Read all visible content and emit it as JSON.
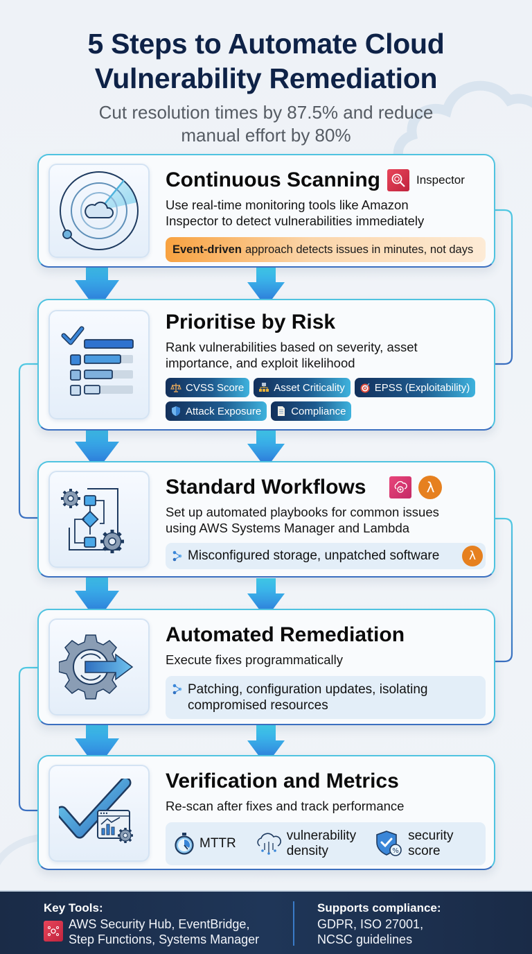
{
  "header": {
    "title_line1": "5 Steps to Automate Cloud",
    "title_line2": "Vulnerability Remediation",
    "subtitle_line1": "Cut resolution times by 87.5% and reduce",
    "subtitle_line2": "manual effort by 80%"
  },
  "steps": [
    {
      "title": "Continuous Scanning",
      "badge_label": "Inspector",
      "icon": "radar-cloud-icon",
      "desc_line1": "Use real-time monitoring tools like Amazon",
      "desc_line2": "Inspector to detect vulnerabilities immediately",
      "highlight_bold": "Event-driven",
      "highlight_text": "approach detects issues in minutes, not days"
    },
    {
      "title": "Prioritise by Risk",
      "icon": "ranked-checklist-icon",
      "desc_line1": "Rank vulnerabilities based on severity, asset",
      "desc_line2": "importance, and exploit likelihood",
      "tags": [
        {
          "label": "CVSS Score",
          "icon": "scales-icon"
        },
        {
          "label": "Asset Criticality",
          "icon": "hierarchy-icon"
        },
        {
          "label": "EPSS (Exploitability)",
          "icon": "target-icon"
        },
        {
          "label": "Attack Exposure",
          "icon": "shield-icon"
        },
        {
          "label": "Compliance",
          "icon": "document-icon"
        }
      ]
    },
    {
      "title": "Standard Workflows",
      "icon": "workflow-gears-icon",
      "badges": [
        "systems-manager-icon",
        "lambda-icon"
      ],
      "lambda_glyph": "λ",
      "desc_line1": "Set up automated playbooks for common issues",
      "desc_line2": "using AWS Systems Manager and Lambda",
      "pill_text": "Misconfigured storage, unpatched software"
    },
    {
      "title": "Automated Remediation",
      "icon": "gear-arrow-icon",
      "desc_line1": "Execute fixes programmatically",
      "pill_line1": "Patching, configuration updates, isolating",
      "pill_line2": "compromised resources"
    },
    {
      "title": "Verification and Metrics",
      "icon": "check-dashboard-icon",
      "desc_line1": "Re-scan after fixes and track performance",
      "metrics": [
        {
          "label_line1": "MTTR",
          "label_line2": "",
          "icon": "stopwatch-icon"
        },
        {
          "label_line1": "vulnerability",
          "label_line2": "density",
          "icon": "cloud-network-icon"
        },
        {
          "label_line1": "security",
          "label_line2": "score",
          "icon": "shield-percent-icon"
        }
      ]
    }
  ],
  "footer": {
    "tools_heading": "Key Tools:",
    "tools_line1": "AWS Security Hub, EventBridge,",
    "tools_line2": "Step Functions, Systems Manager",
    "compliance_heading": "Supports compliance:",
    "compliance_line1": "GDPR, ISO 27001,",
    "compliance_line2": "NCSC guidelines"
  },
  "colors": {
    "title": "#0e2247",
    "card_border_top": "#4fc3e0",
    "card_border_bottom": "#3b6fc0",
    "arrow_top": "#41d1f0",
    "arrow_bottom": "#2b6fd8",
    "highlight_orange": "#f8a240",
    "aws_pink": "#d6304a",
    "lambda_orange": "#e6801f",
    "footer_bg": "#1c2f4e"
  }
}
